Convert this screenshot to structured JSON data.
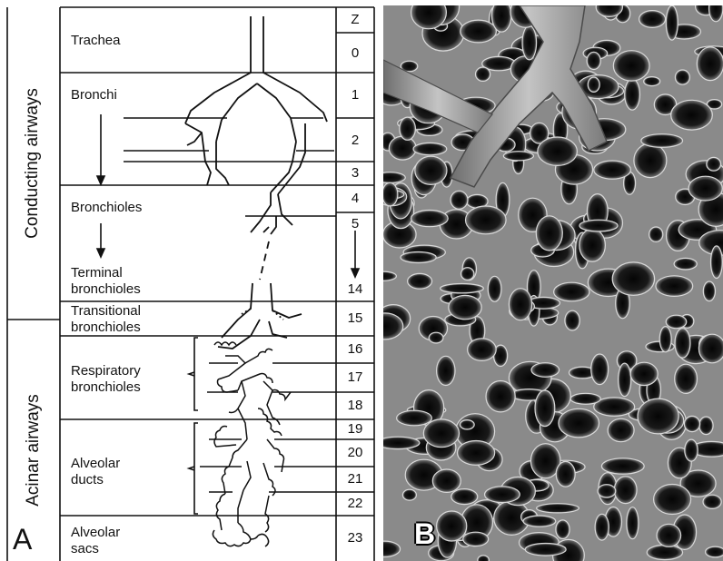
{
  "panel_a": {
    "letter": "A",
    "categories": {
      "conducting": "Conducting airways",
      "acinar": "Acinar airways"
    },
    "zone_header": "Z",
    "labels": {
      "trachea": "Trachea",
      "bronchi": "Bronchi",
      "bronchioles": "Bronchioles",
      "terminal_1": "Terminal",
      "terminal_2": "bronchioles",
      "transitional_1": "Transitional",
      "transitional_2": "bronchioles",
      "respiratory_1": "Respiratory",
      "respiratory_2": "bronchioles",
      "alveolar_ducts_1": "Alveolar",
      "alveolar_ducts_2": "ducts",
      "alveolar_sacs_1": "Alveolar",
      "alveolar_sacs_2": "sacs"
    },
    "generations": [
      "0",
      "1",
      "2",
      "3",
      "4",
      "5",
      "14",
      "15",
      "16",
      "17",
      "18",
      "19",
      "20",
      "21",
      "22",
      "23"
    ]
  },
  "panel_b": {
    "letter": "B"
  }
}
